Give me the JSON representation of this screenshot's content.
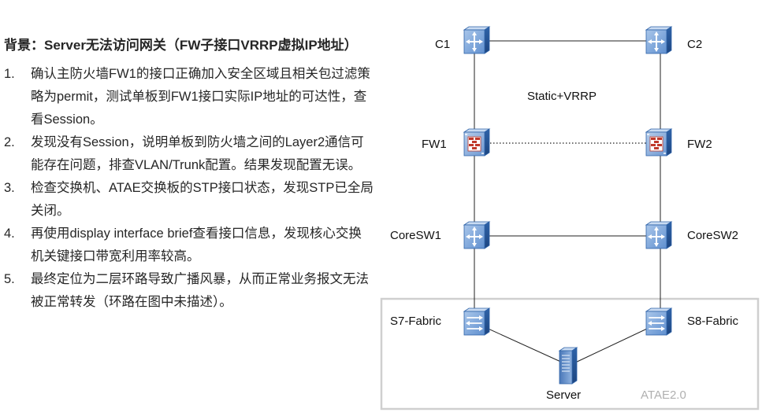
{
  "heading": "背景：Server无法访问网关（FW子接口VRRP虚拟IP地址）",
  "steps": [
    {
      "num": "1.",
      "text": "确认主防火墙FW1的接口正确加入安全区域且相关包过滤策略为permit，测试单板到FW1接口实际IP地址的可达性，查看Session。"
    },
    {
      "num": "2.",
      "text": "发现没有Session，说明单板到防火墙之间的Layer2通信可能存在问题，排查VLAN/Trunk配置。结果发现配置无误。"
    },
    {
      "num": "3.",
      "text": "检查交换机、ATAE交换板的STP接口状态，发现STP已全局关闭。"
    },
    {
      "num": "4.",
      "text": "再使用display interface brief查看接口信息，发现核心交换机关键接口带宽利用率较高。"
    },
    {
      "num": "5.",
      "text": "最终定位为二层环路导致广播风暴，从而正常业务报文无法被正常转发（环路在图中未描述）。"
    }
  ],
  "diagram": {
    "nodes": {
      "c1": "C1",
      "c2": "C2",
      "fw1": "FW1",
      "fw2": "FW2",
      "coresw1": "CoreSW1",
      "coresw2": "CoreSW2",
      "s7": "S7-Fabric",
      "s8": "S8-Fabric",
      "server": "Server"
    },
    "vrrp_label": "Static+VRRP",
    "atae_label": "ATAE2.0",
    "colors": {
      "device_blue": "#2f63a8",
      "device_light": "#7fa7d8",
      "firewall_red": "#c0392b",
      "box_border": "#cfcfcf"
    }
  }
}
